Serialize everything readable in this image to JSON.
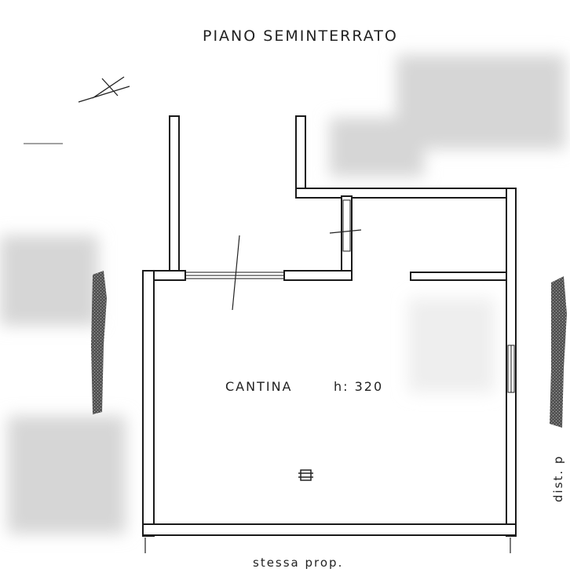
{
  "plan": {
    "title": "PIANO SEMINTERRATO",
    "room_name": "CANTINA",
    "room_height": "h: 320",
    "bottom_note": "stessa prop.",
    "side_note": "dist. p"
  },
  "colors": {
    "ink": "#1a1a1a",
    "wall_fill": "#ffffff",
    "tree": "#4a4a4a",
    "blur": "#d8d8d8"
  }
}
